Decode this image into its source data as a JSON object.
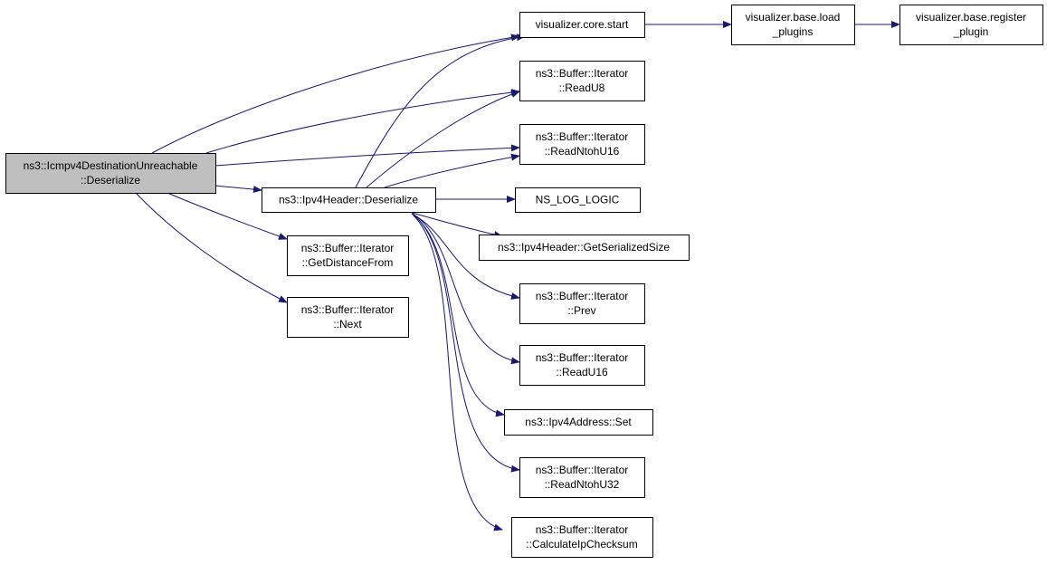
{
  "colors": {
    "edge": "#191970",
    "node_fill": "#ffffff",
    "root_fill": "#bfbfbf",
    "border": "#000000"
  },
  "nodes": [
    {
      "id": "root",
      "label": [
        "ns3::Icmpv4DestinationUnreachable",
        "::Deserialize"
      ],
      "root": true
    },
    {
      "id": "ipv4hdr_deser",
      "label": [
        "ns3::Ipv4Header::Deserialize"
      ]
    },
    {
      "id": "getdist",
      "label": [
        "ns3::Buffer::Iterator",
        "::GetDistanceFrom"
      ]
    },
    {
      "id": "next",
      "label": [
        "ns3::Buffer::Iterator",
        "::Next"
      ]
    },
    {
      "id": "vis_start",
      "label": [
        "visualizer.core.start"
      ]
    },
    {
      "id": "vis_load",
      "label": [
        "visualizer.base.load",
        "_plugins"
      ]
    },
    {
      "id": "vis_reg",
      "label": [
        "visualizer.base.register",
        "_plugin"
      ]
    },
    {
      "id": "readu8",
      "label": [
        "ns3::Buffer::Iterator",
        "::ReadU8"
      ]
    },
    {
      "id": "readntohu16",
      "label": [
        "ns3::Buffer::Iterator",
        "::ReadNtohU16"
      ]
    },
    {
      "id": "nslog",
      "label": [
        "NS_LOG_LOGIC"
      ]
    },
    {
      "id": "getsersize",
      "label": [
        "ns3::Ipv4Header::GetSerializedSize"
      ]
    },
    {
      "id": "prev",
      "label": [
        "ns3::Buffer::Iterator",
        "::Prev"
      ]
    },
    {
      "id": "readu16",
      "label": [
        "ns3::Buffer::Iterator",
        "::ReadU16"
      ]
    },
    {
      "id": "ipv4addrset",
      "label": [
        "ns3::Ipv4Address::Set"
      ]
    },
    {
      "id": "readntohu32",
      "label": [
        "ns3::Buffer::Iterator",
        "::ReadNtohU32"
      ]
    },
    {
      "id": "calcchecksum",
      "label": [
        "ns3::Buffer::Iterator",
        "::CalculateIpChecksum"
      ]
    }
  ],
  "edges": [
    {
      "from": "root",
      "to": "vis_start"
    },
    {
      "from": "root",
      "to": "readu8"
    },
    {
      "from": "root",
      "to": "readntohu16"
    },
    {
      "from": "root",
      "to": "ipv4hdr_deser"
    },
    {
      "from": "root",
      "to": "getdist"
    },
    {
      "from": "root",
      "to": "next"
    },
    {
      "from": "vis_start",
      "to": "vis_load"
    },
    {
      "from": "vis_load",
      "to": "vis_reg"
    },
    {
      "from": "ipv4hdr_deser",
      "to": "vis_start"
    },
    {
      "from": "ipv4hdr_deser",
      "to": "readu8"
    },
    {
      "from": "ipv4hdr_deser",
      "to": "readntohu16"
    },
    {
      "from": "ipv4hdr_deser",
      "to": "nslog"
    },
    {
      "from": "ipv4hdr_deser",
      "to": "getsersize"
    },
    {
      "from": "ipv4hdr_deser",
      "to": "prev"
    },
    {
      "from": "ipv4hdr_deser",
      "to": "readu16"
    },
    {
      "from": "ipv4hdr_deser",
      "to": "ipv4addrset"
    },
    {
      "from": "ipv4hdr_deser",
      "to": "readntohu32"
    },
    {
      "from": "ipv4hdr_deser",
      "to": "calcchecksum"
    }
  ]
}
